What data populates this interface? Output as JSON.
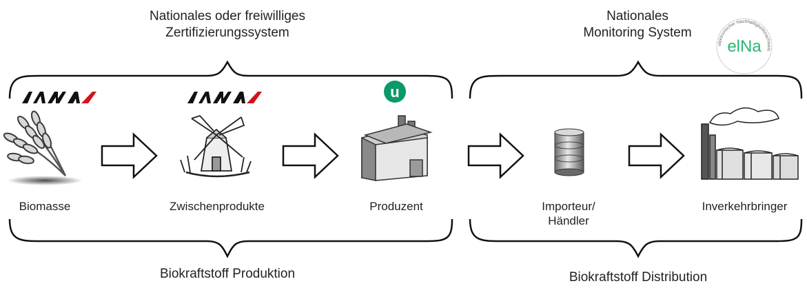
{
  "headers": {
    "certification_line1": "Nationales oder freiwilliges",
    "certification_line2": "Zertifizierungssystem",
    "monitoring_line1": "Nationales",
    "monitoring_line2": "Monitoring System"
  },
  "footers": {
    "production": "Biokraftstoff Produktion",
    "distribution": "Biokraftstoff Distribution"
  },
  "stages": [
    {
      "label": "Biomasse",
      "icon": "wheat-icon"
    },
    {
      "label": "Zwischenprodukte",
      "icon": "windmill-icon"
    },
    {
      "label": "Produzent",
      "icon": "factory-icon"
    },
    {
      "label_line1": "Importeur/",
      "label_line2": "Händler",
      "icon": "storage-tank-icon"
    },
    {
      "label": "Inverkehrbringer",
      "icon": "refinery-icon"
    }
  ],
  "logos": {
    "ama": "AMA",
    "u_mark": "u",
    "elna_text": "elNa",
    "elna_ring": "elektronischer Nachhaltigkeitsnachweis"
  },
  "colors": {
    "ama_red": "#d3121b",
    "u_green": "#0a9a6a",
    "elna_green": "#2bb673",
    "stroke": "#111111"
  }
}
